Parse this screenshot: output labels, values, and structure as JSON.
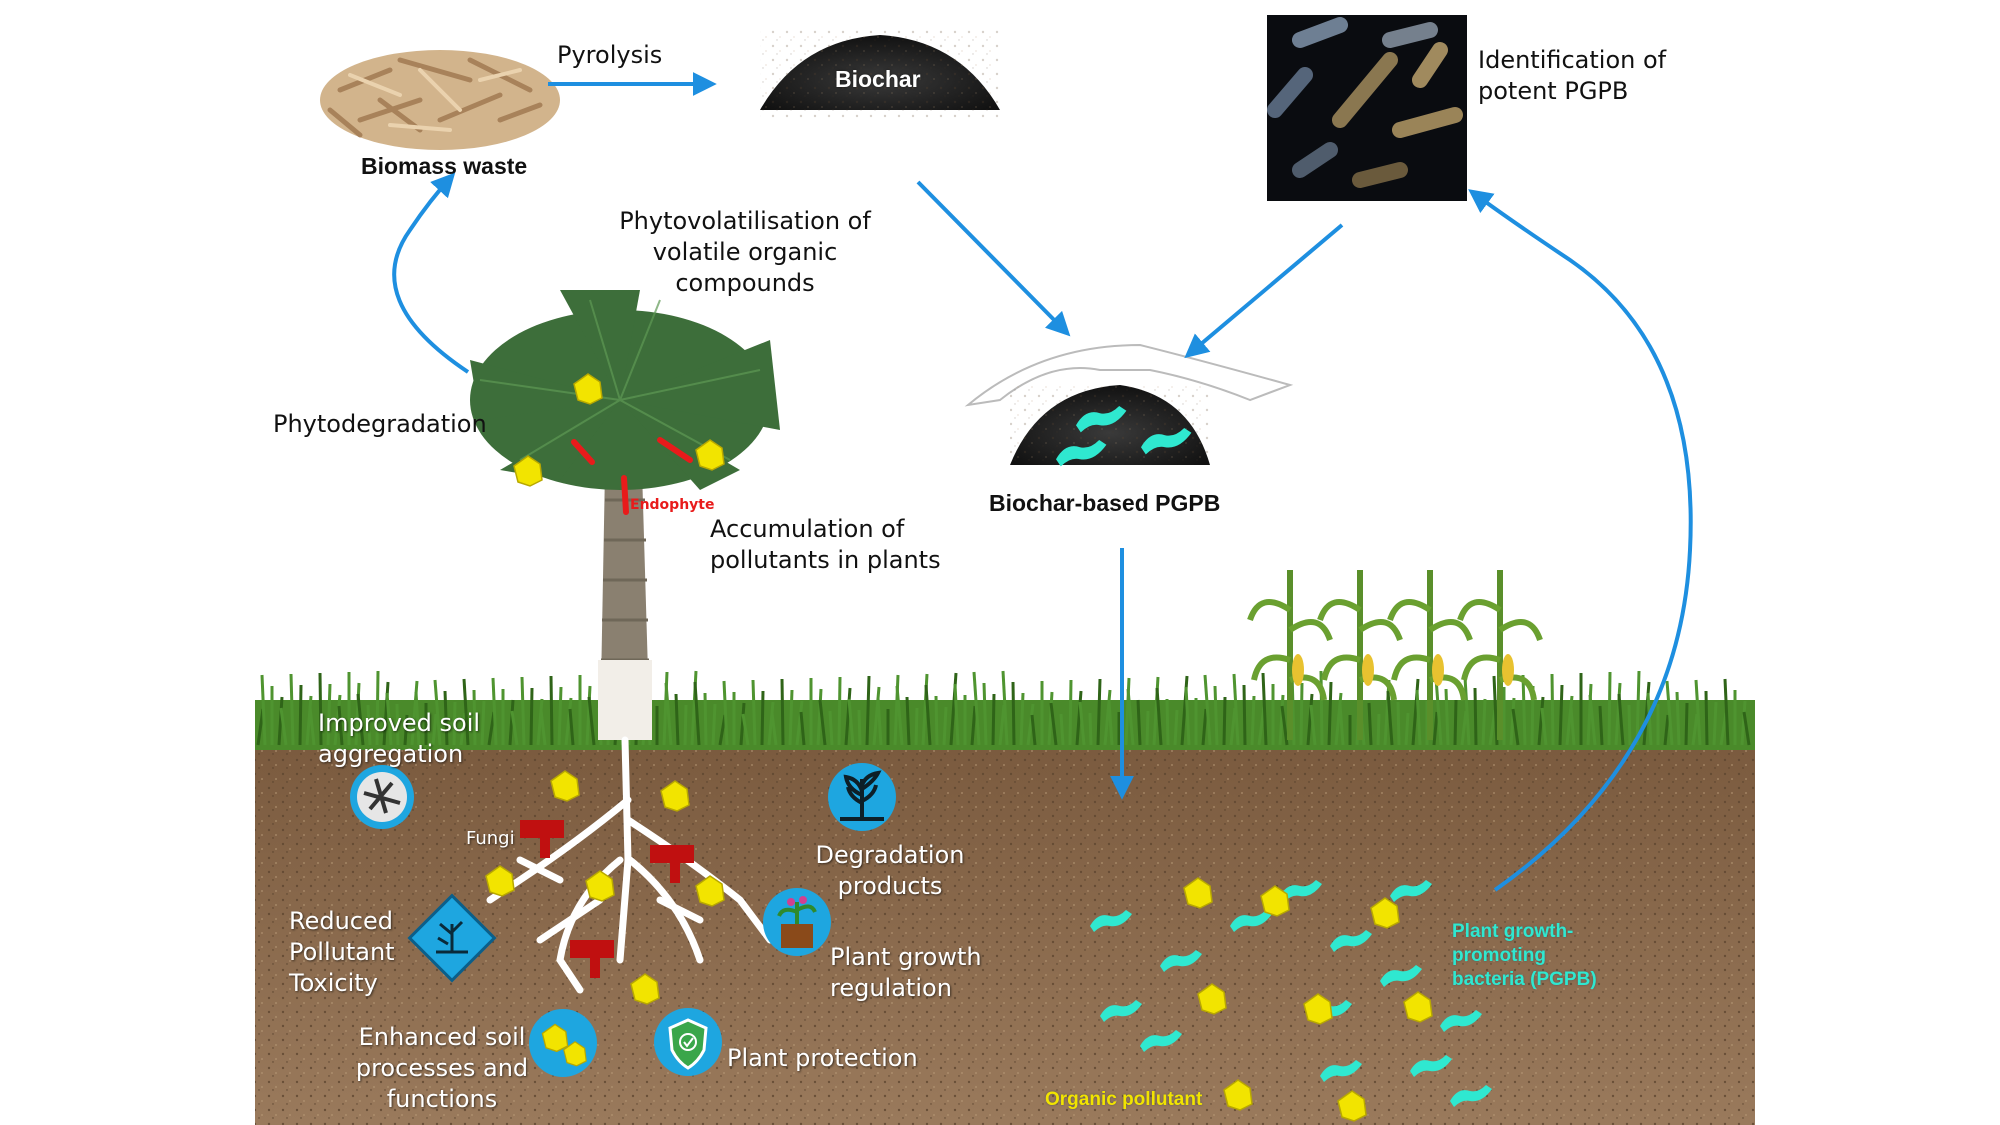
{
  "labels": {
    "pyrolysis": "Pyrolysis",
    "biochar": "Biochar",
    "biomass_waste": "Biomass waste",
    "identification": [
      "Identification of",
      "potent PGPB"
    ],
    "phytovolatilisation": [
      "Phytovolatilisation of",
      "volatile organic",
      "compounds"
    ],
    "phytodegradation": "Phytodegradation",
    "endophyte": "Endophyte",
    "accumulation": [
      "Accumulation of",
      "pollutants in plants"
    ],
    "biochar_pgpb": "Biochar-based PGPB",
    "improved_soil": [
      "Improved soil",
      "aggregation"
    ],
    "fungi": "Fungi",
    "reduced_toxicity": [
      "Reduced",
      "Pollutant",
      "Toxicity"
    ],
    "enhanced_soil": [
      "Enhanced soil",
      "processes and",
      "functions"
    ],
    "degradation_products": [
      "Degradation",
      "products"
    ],
    "plant_growth_regulation": [
      "Plant growth",
      "regulation"
    ],
    "plant_protection": "Plant protection",
    "pgpb": [
      "Plant growth-",
      "promoting",
      "bacteria (PGPB)"
    ],
    "organic_pollutant": "Organic pollutant"
  },
  "colors": {
    "arrow": "#1e8fe0",
    "soil": "#8c6a4c",
    "grass": "#3f7a22",
    "pollutant": "#f2e400",
    "bacteria": "#2fe8d0",
    "fungi": "#c01010",
    "icon_bg": "#1ea6e0",
    "endophyte": "#e81b1b"
  },
  "icons": [
    "soil-aggregation-icon",
    "toxicity-icon",
    "soil-process-icon",
    "degradation-icon",
    "plant-growth-icon",
    "shield-icon"
  ]
}
